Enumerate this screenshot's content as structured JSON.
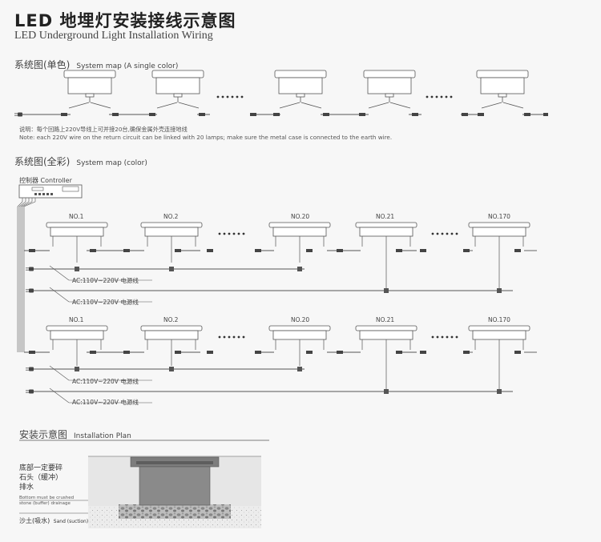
{
  "header": {
    "title": "LED 地埋灯安装接线示意图",
    "subtitle": "LED Underground Light Installation Wiring"
  },
  "single": {
    "title_cn": "系统图(单色)",
    "title_en": "System map (A single color)",
    "note_cn": "说明：每个回路上220V导线上可并接20台,确保金属外壳连接地线",
    "note_en": "Note: each 220V wire on the return circuit can be linked with 20 lamps; make sure the metal case is connected to the earth wire.",
    "dots": "······"
  },
  "full": {
    "title_cn": "系统图(全彩)",
    "title_en": "System map (color)",
    "controller": "控制器 Controller",
    "rows": [
      {
        "lamps": [
          "NO.1",
          "NO.2",
          "NO.20",
          "NO.21",
          "NO.170"
        ],
        "power": [
          "AC:110V~220V 电源线",
          "AC:110V~220V 电源线"
        ]
      },
      {
        "lamps": [
          "NO.1",
          "NO.2",
          "NO.20",
          "NO.21",
          "NO.170"
        ],
        "power": [
          "AC:110V~220V 电源线",
          "AC:110V~220V 电源线"
        ]
      }
    ],
    "dots": "······"
  },
  "install": {
    "title_cn": "安装示意图",
    "title_en": "Installation Plan",
    "gravel_cn": "底部一定要碎石头（缓冲）排水",
    "gravel_lines": [
      "底部一定要碎",
      "石头（缓冲）",
      "排水"
    ],
    "gravel_en": [
      "Bottom must be crushed",
      "stone (buffer) drainage"
    ],
    "sand_cn": "沙土(吸水)",
    "sand_en": "Sand (suction)"
  },
  "colors": {
    "line": "#555555",
    "lamp_fill": "#ffffff",
    "ground": "#e9e9e9",
    "lamp_body": "#8a8a8a"
  }
}
